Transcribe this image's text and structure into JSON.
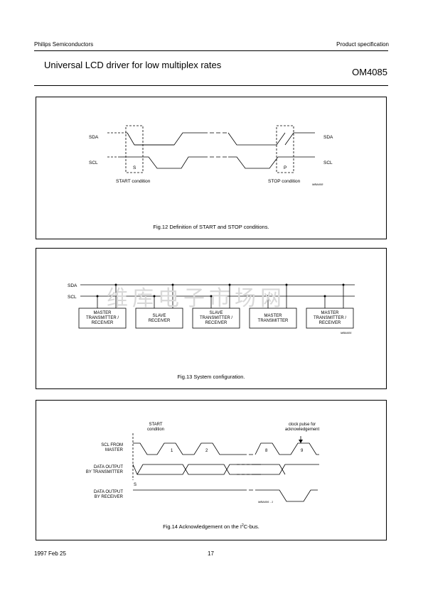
{
  "header": {
    "company": "Philips Semiconductors",
    "spec": "Product specification",
    "title": "Universal LCD driver for low multiplex rates",
    "part": "OM4085"
  },
  "fig12": {
    "sda": "SDA",
    "scl": "SCL",
    "s": "S",
    "p": "P",
    "start": "START condition",
    "stop": "STOP condition",
    "code": "MBA608",
    "caption": "Fig.12  Definition of START and STOP conditions."
  },
  "fig13": {
    "sda": "SDA",
    "scl": "SCL",
    "boxes": [
      [
        "MASTER",
        "TRANSMITTER /",
        "RECEIVER"
      ],
      [
        "SLAVE",
        "RECEIVER"
      ],
      [
        "SLAVE",
        "TRANSMITTER /",
        "RECEIVER"
      ],
      [
        "MASTER",
        "TRANSMITTER"
      ],
      [
        "MASTER",
        "TRANSMITTER /",
        "RECEIVER"
      ]
    ],
    "code": "MBA605",
    "caption": "Fig.13  System configuration."
  },
  "fig14": {
    "start1": "START",
    "start2": "condition",
    "clk1": "clock pulse for",
    "clk2": "acknowledgement",
    "scl1": "SCL FROM",
    "scl2": "MASTER",
    "dt1": "DATA OUTPUT",
    "dt2": "BY TRANSMITTER",
    "dr1": "DATA OUTPUT",
    "dr2": "BY RECEIVER",
    "s": "S",
    "n1": "1",
    "n2": "2",
    "n8": "8",
    "n9": "9",
    "code": "MBA606 - 1",
    "caption_pre": "Fig.14  Acknowledgement on the I",
    "caption_sup": "2",
    "caption_post": "C-bus."
  },
  "watermark": "维库电子市场网",
  "footer": {
    "date": "1997 Feb 25",
    "page": "17"
  }
}
